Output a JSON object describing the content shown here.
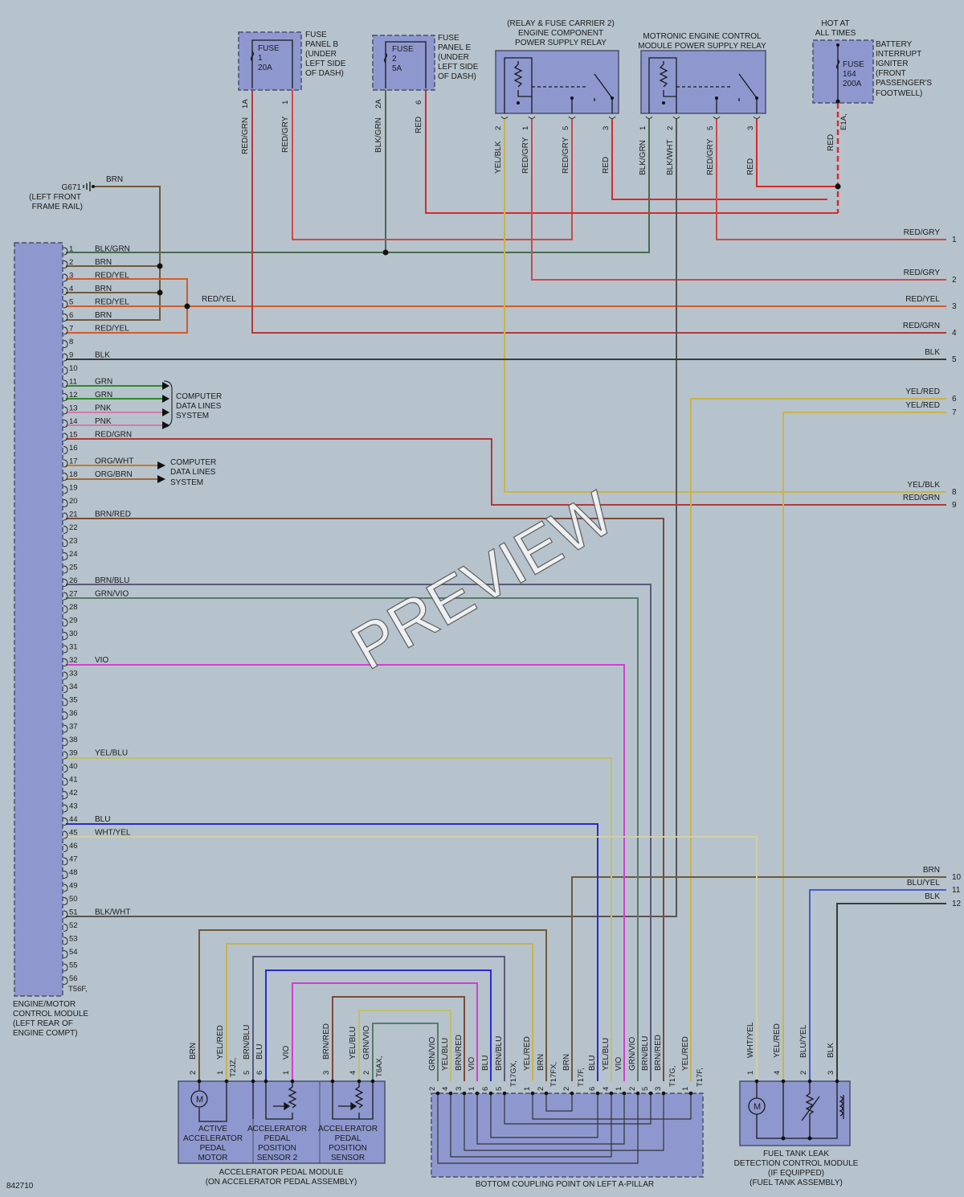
{
  "diagram_id": "842710",
  "watermark": "PREVIEW",
  "colors": {
    "background": "#b6c3cc",
    "module_fill": "#8e98cf",
    "BRN": "#6e5a3c",
    "RED": "#d62b2b",
    "RED/GRY": "#d04848",
    "RED/GRN": "#b03a3a",
    "RED/YEL": "#d45a2a",
    "BLK": "#3a3a3a",
    "BLK/GRN": "#4a6a50",
    "BLK/WHT": "#555555",
    "GRN": "#2d8a2d",
    "PNK": "#d57aa8",
    "ORG": "#c8782a",
    "YEL": "#c9b34a",
    "VIO": "#d040d0",
    "BLU": "#2a2ad0",
    "WHT": "#cfcfa8"
  },
  "ecm": {
    "label_lines": [
      "ENGINE/MOTOR",
      "CONTROL MODULE",
      "(LEFT REAR OF",
      "ENGINE COMPT)"
    ],
    "connector": "T56F,",
    "pins": [
      {
        "n": "1",
        "wire": "BLK/GRN"
      },
      {
        "n": "2",
        "wire": "BRN"
      },
      {
        "n": "3",
        "wire": "RED/YEL"
      },
      {
        "n": "4",
        "wire": "BRN"
      },
      {
        "n": "5",
        "wire": "RED/YEL"
      },
      {
        "n": "6",
        "wire": "BRN"
      },
      {
        "n": "7",
        "wire": "RED/YEL"
      },
      {
        "n": "8",
        "wire": ""
      },
      {
        "n": "9",
        "wire": "BLK"
      },
      {
        "n": "10",
        "wire": ""
      },
      {
        "n": "11",
        "wire": "GRN"
      },
      {
        "n": "12",
        "wire": "GRN"
      },
      {
        "n": "13",
        "wire": "PNK"
      },
      {
        "n": "14",
        "wire": "PNK"
      },
      {
        "n": "15",
        "wire": "RED/GRN"
      },
      {
        "n": "16",
        "wire": ""
      },
      {
        "n": "17",
        "wire": "ORG/WHT"
      },
      {
        "n": "18",
        "wire": "ORG/BRN"
      },
      {
        "n": "19",
        "wire": ""
      },
      {
        "n": "20",
        "wire": ""
      },
      {
        "n": "21",
        "wire": "BRN/RED"
      },
      {
        "n": "22",
        "wire": ""
      },
      {
        "n": "23",
        "wire": ""
      },
      {
        "n": "24",
        "wire": ""
      },
      {
        "n": "25",
        "wire": ""
      },
      {
        "n": "26",
        "wire": "BRN/BLU"
      },
      {
        "n": "27",
        "wire": "GRN/VIO"
      },
      {
        "n": "28",
        "wire": ""
      },
      {
        "n": "29",
        "wire": ""
      },
      {
        "n": "30",
        "wire": ""
      },
      {
        "n": "31",
        "wire": ""
      },
      {
        "n": "32",
        "wire": "VIO"
      },
      {
        "n": "33",
        "wire": ""
      },
      {
        "n": "34",
        "wire": ""
      },
      {
        "n": "35",
        "wire": ""
      },
      {
        "n": "36",
        "wire": ""
      },
      {
        "n": "37",
        "wire": ""
      },
      {
        "n": "38",
        "wire": ""
      },
      {
        "n": "39",
        "wire": "YEL/BLU"
      },
      {
        "n": "40",
        "wire": ""
      },
      {
        "n": "41",
        "wire": ""
      },
      {
        "n": "42",
        "wire": ""
      },
      {
        "n": "43",
        "wire": ""
      },
      {
        "n": "44",
        "wire": "BLU"
      },
      {
        "n": "45",
        "wire": "WHT/YEL"
      },
      {
        "n": "46",
        "wire": ""
      },
      {
        "n": "47",
        "wire": ""
      },
      {
        "n": "48",
        "wire": ""
      },
      {
        "n": "49",
        "wire": ""
      },
      {
        "n": "50",
        "wire": ""
      },
      {
        "n": "51",
        "wire": "BLK/WHT"
      },
      {
        "n": "52",
        "wire": ""
      },
      {
        "n": "53",
        "wire": ""
      },
      {
        "n": "54",
        "wire": ""
      },
      {
        "n": "55",
        "wire": ""
      },
      {
        "n": "56",
        "wire": ""
      }
    ]
  },
  "ground": {
    "id": "G671",
    "lines": [
      "G671",
      "(LEFT FRONT",
      "FRAME RAIL)"
    ],
    "wire": "BRN"
  },
  "splice_label": "RED/YEL",
  "data_lines_1": [
    "COMPUTER",
    "DATA LINES",
    "SYSTEM"
  ],
  "data_lines_2": [
    "COMPUTER",
    "DATA LINES",
    "SYSTEM"
  ],
  "fuse_b": {
    "name": "FUSE",
    "num": "1",
    "amps": "20A",
    "desc": [
      "FUSE",
      "PANEL B",
      "(UNDER",
      "LEFT SIDE",
      "OF DASH)"
    ],
    "pin_a": "1A",
    "pin_b": "1",
    "wire_a": "RED/GRN",
    "wire_b": "RED/GRY"
  },
  "fuse_e": {
    "name": "FUSE",
    "num": "2",
    "amps": "5A",
    "desc": [
      "FUSE",
      "PANEL E",
      "(UNDER",
      "LEFT SIDE",
      "OF DASH)"
    ],
    "pin_a": "2A",
    "pin_b": "6",
    "wire_a": "BLK/GRN",
    "wire_b": "RED"
  },
  "relay1": {
    "title": [
      "(RELAY & FUSE CARRIER 2)",
      "ENGINE COMPONENT",
      "POWER SUPPLY RELAY"
    ],
    "pins": [
      "2",
      "1",
      "5",
      "3"
    ],
    "wires": [
      "YEL/BLK",
      "RED/GRY",
      "RED/GRY",
      "RED"
    ]
  },
  "relay2": {
    "title": [
      "MOTRONIC ENGINE CONTROL",
      "MODULE POWER SUPPLY RELAY"
    ],
    "pins": [
      "1",
      "2",
      "5",
      "3"
    ],
    "wires": [
      "BLK/GRN",
      "BLK/WHT",
      "RED/GRY",
      "RED"
    ]
  },
  "fuse164": {
    "hot": [
      "HOT AT",
      "ALL TIMES"
    ],
    "name": "FUSE",
    "num": "164",
    "amps": "200A",
    "desc": [
      "BATTERY",
      "INTERRUPT",
      "IGNITER",
      "(FRONT",
      "PASSENGER'S",
      "FOOTWELL)"
    ],
    "pin": "E1A,",
    "wire": "RED"
  },
  "right_refs": [
    {
      "n": "1",
      "wire": "RED/GRY"
    },
    {
      "n": "2",
      "wire": "RED/GRY"
    },
    {
      "n": "3",
      "wire": "RED/YEL"
    },
    {
      "n": "4",
      "wire": "RED/GRN"
    },
    {
      "n": "5",
      "wire": "BLK"
    },
    {
      "n": "6",
      "wire": "YEL/RED"
    },
    {
      "n": "7",
      "wire": "YEL/RED"
    },
    {
      "n": "8",
      "wire": "YEL/BLK"
    },
    {
      "n": "9",
      "wire": "RED/GRN"
    },
    {
      "n": "10",
      "wire": "BRN"
    },
    {
      "n": "11",
      "wire": "BLU/YEL"
    },
    {
      "n": "12",
      "wire": "BLK"
    }
  ],
  "pedal": {
    "caption": [
      "ACCELERATOR PEDAL MODULE",
      "(ON ACCELERATOR PEDAL ASSEMBLY)"
    ],
    "motor": [
      "ACTIVE",
      "ACCELERATOR",
      "PEDAL",
      "MOTOR"
    ],
    "sensor2": [
      "ACCELERATOR",
      "PEDAL",
      "POSITION",
      "SENSOR 2"
    ],
    "sensor1": [
      "ACCELERATOR",
      "PEDAL",
      "POSITION",
      "SENSOR"
    ],
    "conn_a": "T2JZ,",
    "conn_b": "T6AX,",
    "pins": [
      {
        "n": "2",
        "w": "BRN"
      },
      {
        "n": "1",
        "w": "YEL/RED"
      },
      {
        "n": "5",
        "w": "BRN/BLU"
      },
      {
        "n": "6",
        "w": "BLU"
      },
      {
        "n": "1",
        "w": "VIO"
      },
      {
        "n": "3",
        "w": "BRN/RED"
      },
      {
        "n": "4",
        "w": "YEL/BLU"
      },
      {
        "n": "2",
        "w": "GRN/VIO"
      }
    ]
  },
  "coupling": {
    "caption": "BOTTOM COUPLING POINT ON LEFT A-PILLAR",
    "group1": {
      "conn": "T17GX,",
      "pins": [
        {
          "n": "2",
          "w": "GRN/VIO"
        },
        {
          "n": "4",
          "w": "YEL/BLU"
        },
        {
          "n": "3",
          "w": "BRN/RED"
        },
        {
          "n": "1",
          "w": "VIO"
        },
        {
          "n": "6",
          "w": "BLU"
        },
        {
          "n": "5",
          "w": "BRN/BLU"
        }
      ]
    },
    "group2": {
      "conn": "T17FX,",
      "pins": [
        {
          "n": "1",
          "w": "YEL/RED"
        },
        {
          "n": "2",
          "w": "BRN"
        }
      ]
    },
    "group3": {
      "conn": "T17F,",
      "pins": [
        {
          "n": "2",
          "w": "BRN"
        },
        {
          "n": "6",
          "w": "BLU"
        },
        {
          "n": "4",
          "w": "YEL/BLU"
        },
        {
          "n": "1",
          "w": "VIO"
        }
      ]
    },
    "group4": {
      "conn": "T17G,",
      "pins": [
        {
          "n": "2",
          "w": "GRN/VIO"
        },
        {
          "n": "5",
          "w": "BRN/BLU"
        },
        {
          "n": "3",
          "w": "BRN/RED"
        }
      ]
    },
    "group5": {
      "conn": "T17F,",
      "pins": [
        {
          "n": "1",
          "w": "YEL/RED"
        }
      ]
    }
  },
  "leak": {
    "title": [
      "FUEL TANK LEAK",
      "DETECTION CONTROL MODULE",
      "(IF EQUIPPED)",
      "(FUEL TANK ASSEMBLY)"
    ],
    "pins": [
      {
        "n": "1",
        "w": "WHT/YEL"
      },
      {
        "n": "4",
        "w": "YEL/RED"
      },
      {
        "n": "2",
        "w": "BLU/YEL"
      },
      {
        "n": "3",
        "w": "BLK"
      }
    ]
  }
}
